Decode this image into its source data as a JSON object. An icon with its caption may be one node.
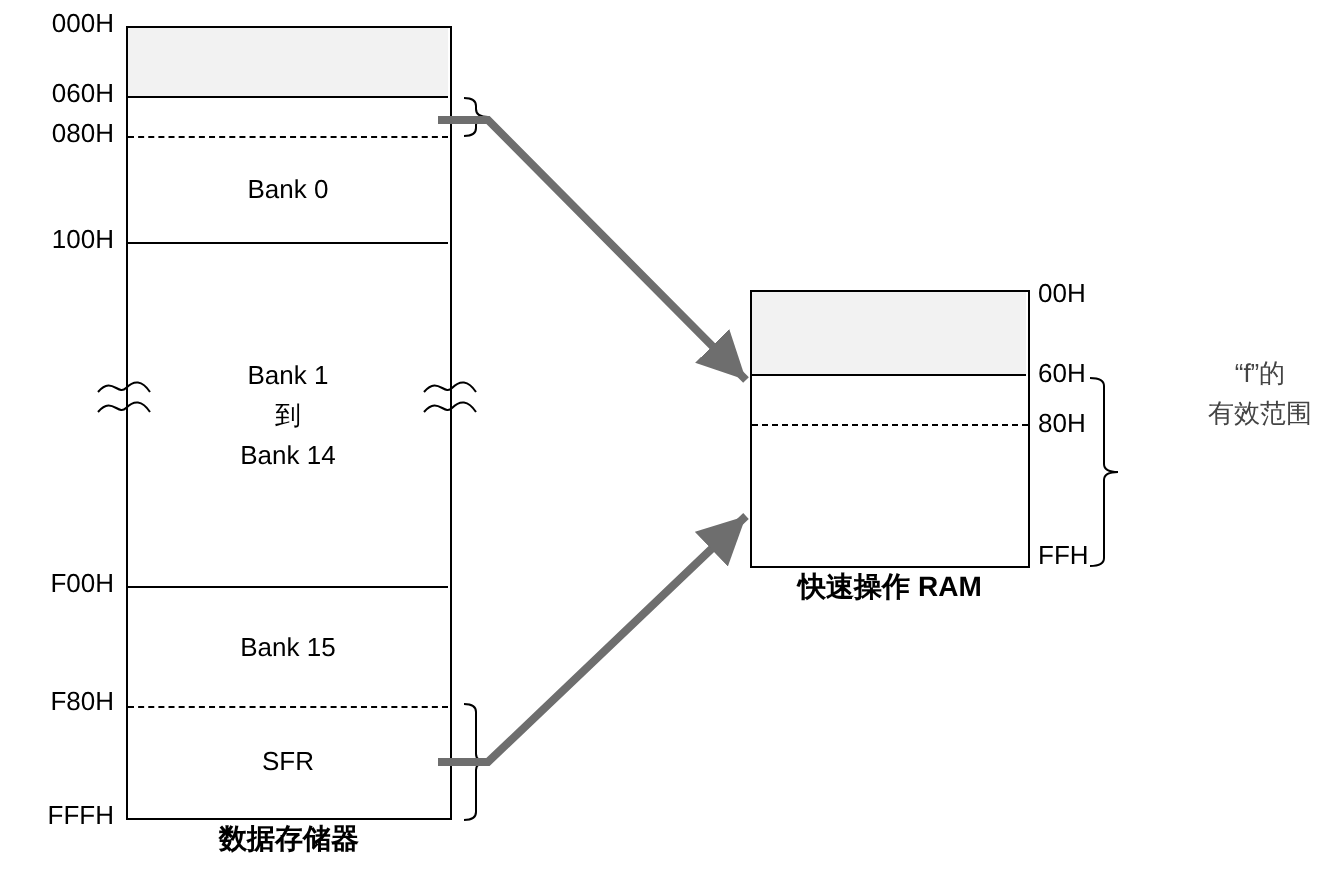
{
  "diagram": {
    "nodes": [
      {
        "text": [
          "数据存储器"
        ]
      },
      {
        "text": [],
        "shape": "box",
        "in": 0
      },
      {
        "text": [],
        "shape": "box",
        "in": 0
      },
      {
        "text": [
          "Bank 0"
        ],
        "in": 0
      },
      {
        "text": [
          "Bank 1",
          "到",
          "Bank 14"
        ],
        "in": 0
      },
      {
        "text": [
          "Bank 15"
        ],
        "in": 0
      },
      {
        "text": [
          "SFR"
        ],
        "in": 0
      },
      {
        "text": [
          "快速操作 RAM"
        ]
      },
      {
        "text": [],
        "shape": "box",
        "in": 7
      }
    ],
    "edges": [
      {
        "from": 2,
        "to": 7,
        "arrow": "to"
      },
      {
        "from": 6,
        "to": 7,
        "arrow": "to"
      }
    ],
    "labels": [
      "000H",
      "060H",
      "080H",
      "100H",
      "F00H",
      "F80H",
      "FFFH",
      "00H",
      "60H",
      "80H",
      "“f”的",
      "有效范围",
      "FFH"
    ]
  }
}
